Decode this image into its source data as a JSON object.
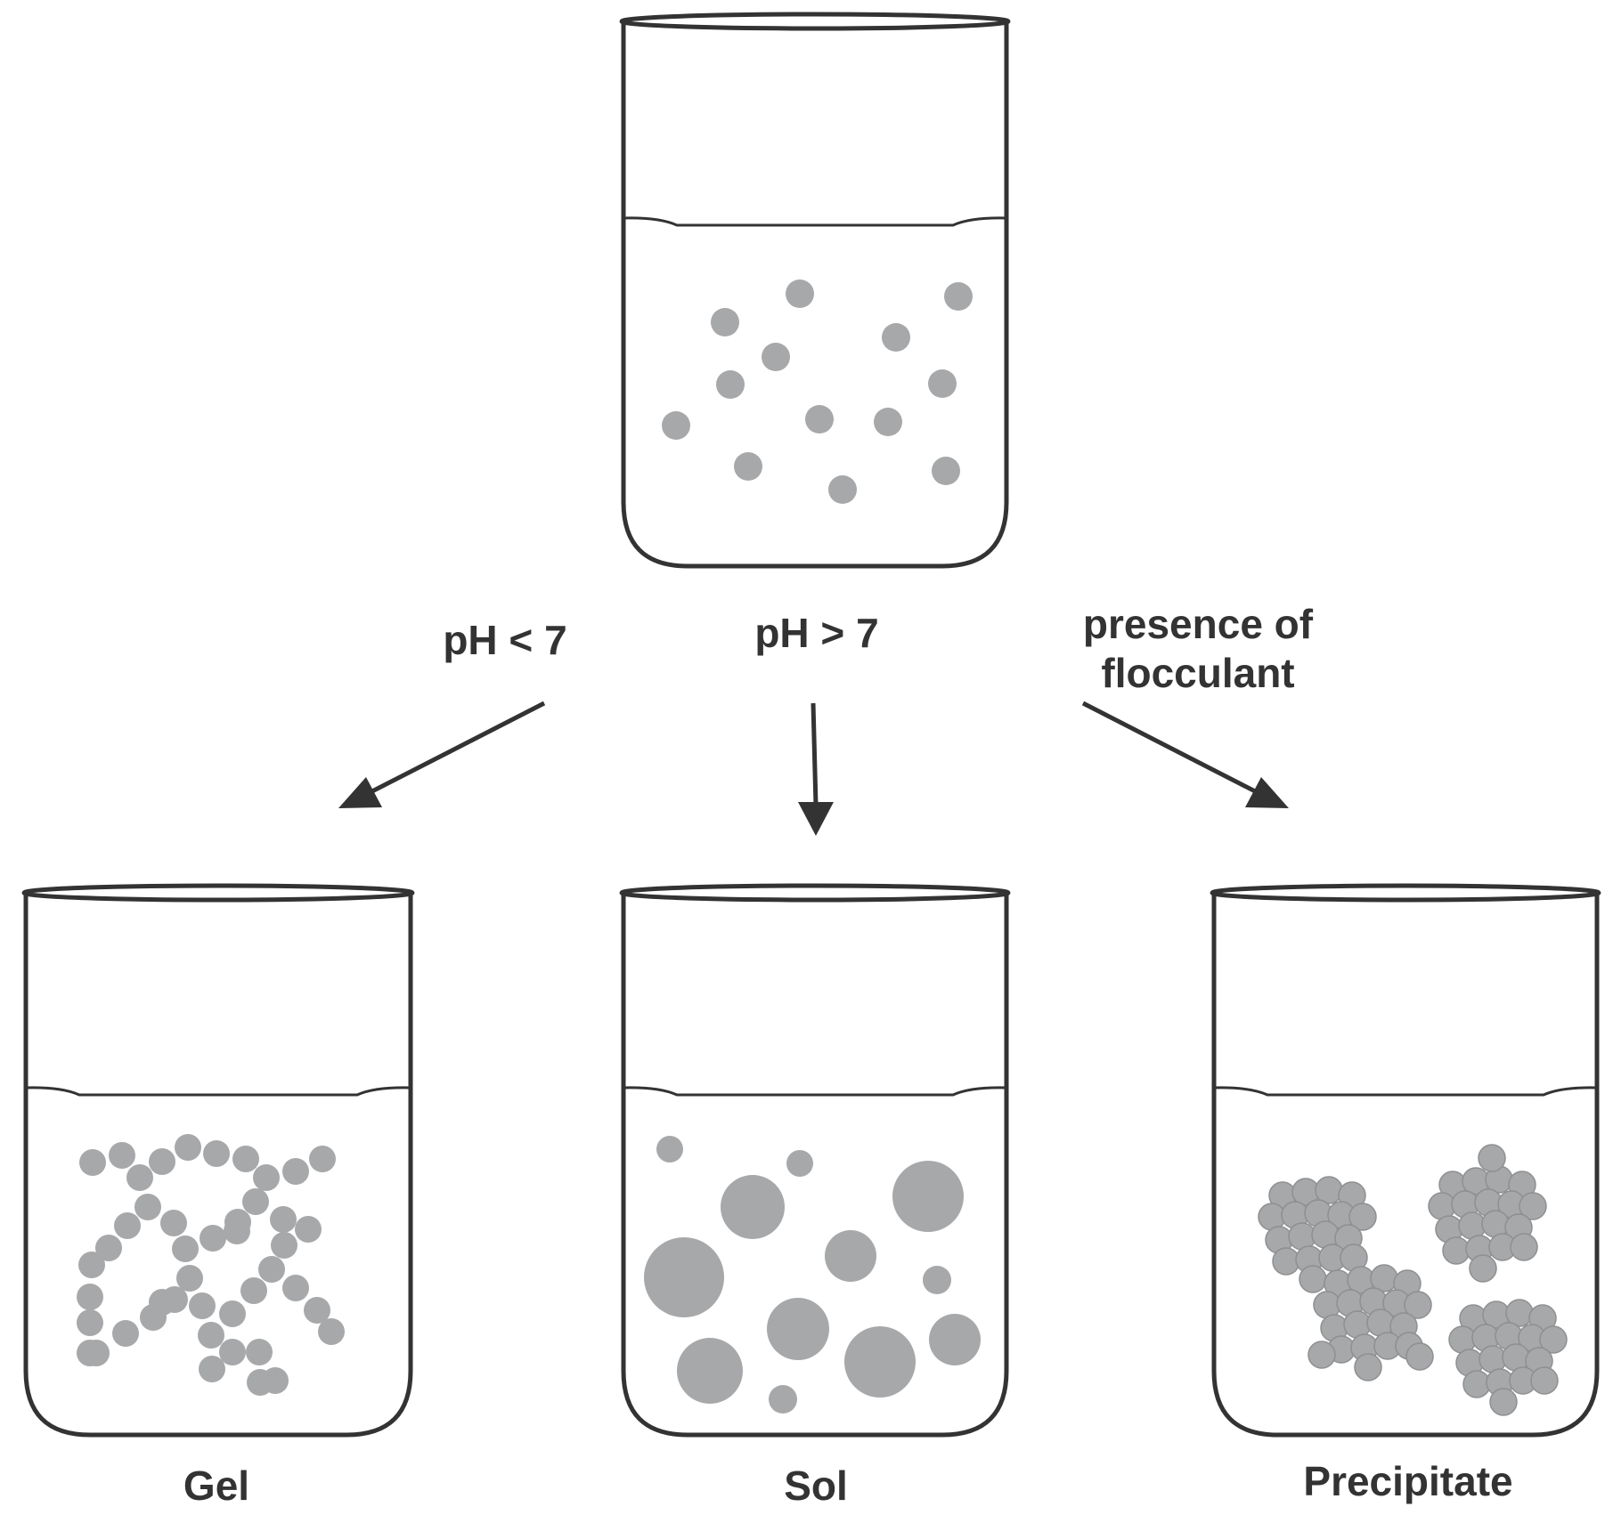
{
  "conditions": {
    "acidic": "pH < 7",
    "basic": "pH > 7",
    "flocculant_line1": "presence of",
    "flocculant_line2": "flocculant"
  },
  "products": {
    "gel": "Gel",
    "sol": "Sol",
    "precipitate": "Precipitate"
  },
  "colors": {
    "outline": "#333333",
    "particle": "#a7a8aa",
    "background": "#ffffff"
  }
}
